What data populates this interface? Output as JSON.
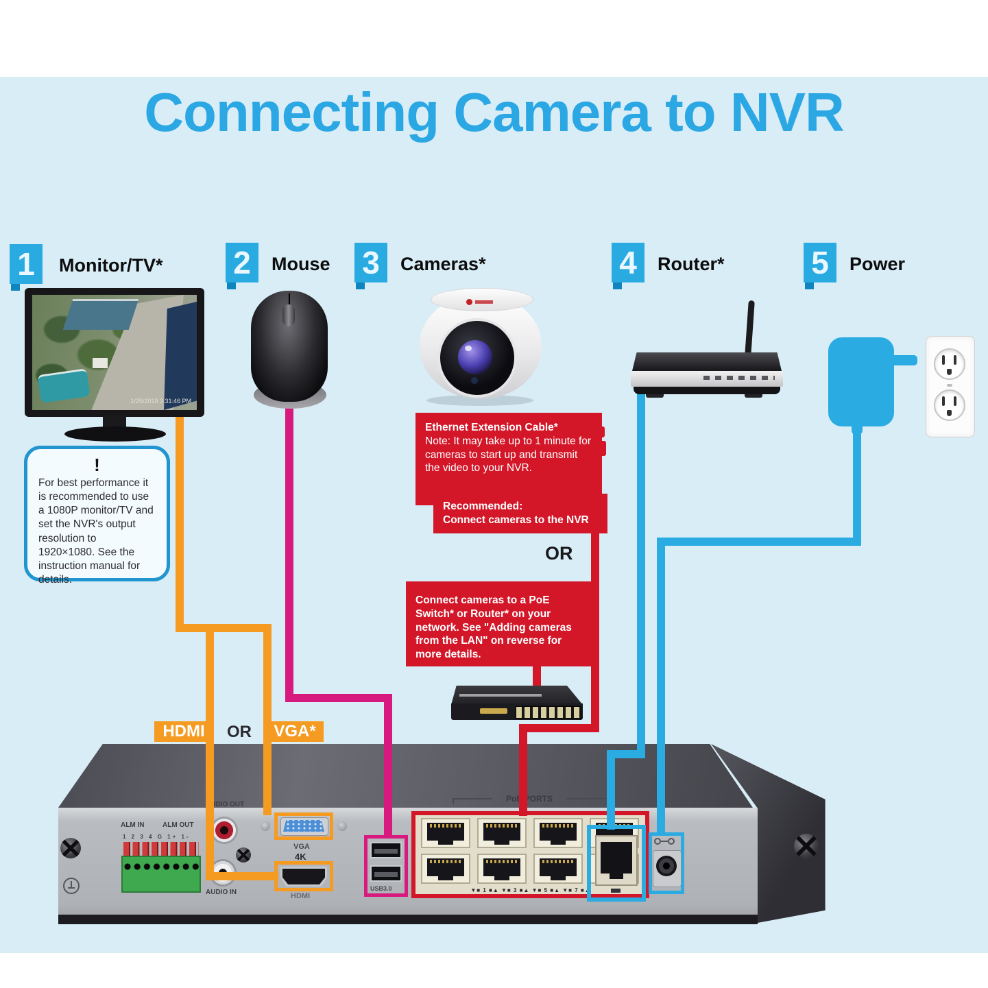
{
  "title": "Connecting Camera to NVR",
  "steps": [
    {
      "num": "1",
      "label": "Monitor/TV*"
    },
    {
      "num": "2",
      "label": "Mouse"
    },
    {
      "num": "3",
      "label": "Cameras*"
    },
    {
      "num": "4",
      "label": "Router*"
    },
    {
      "num": "5",
      "label": "Power"
    }
  ],
  "monitor": {
    "timestamp": "1/25/2019 3:31:46 PM"
  },
  "performance_note": {
    "icon": "!",
    "text": "For best performance it is recommended to use a 1080P monitor/TV and set the NVR's output resolution to 1920×1080. See the instruction manual for details."
  },
  "ethernet_note": {
    "title": "Ethernet Extension Cable*",
    "body": "Note: It may take up to 1 minute for cameras to start up and transmit the video to your NVR."
  },
  "recommended_note": {
    "line1": "Recommended:",
    "line2": "Connect cameras to the NVR"
  },
  "or_divider": "OR",
  "lan_note": {
    "text": "Connect cameras to a PoE Switch* or Router* on your network. See \"Adding cameras from the LAN\" on reverse for more details."
  },
  "video_labels": {
    "hdmi": "HDMI",
    "or": "OR",
    "vga": "VGA*"
  },
  "nvr_panel": {
    "alm_in": "ALM IN",
    "alm_out": "ALM OUT",
    "alm_pins": "1 2 3 4   G 1+ 1-",
    "audio_out": "AUDIO OUT",
    "audio_in": "AUDIO IN",
    "vga": "VGA",
    "hdmi_4k": "4K",
    "hdmi": "HDMI",
    "usb": "USB3.0",
    "poe_ports": "PoE PORTS",
    "port_markings": "▼■ 1 ■▲  ▼■ 3 ■▲  ▼■ 5 ■▲  ▼■ 7 ■▲"
  },
  "colors": {
    "accent_blue": "#29a9e1",
    "cable_orange": "#f59b22",
    "cable_magenta": "#d81a7e",
    "alert_red": "#d31729",
    "background": "#d9edf7"
  }
}
